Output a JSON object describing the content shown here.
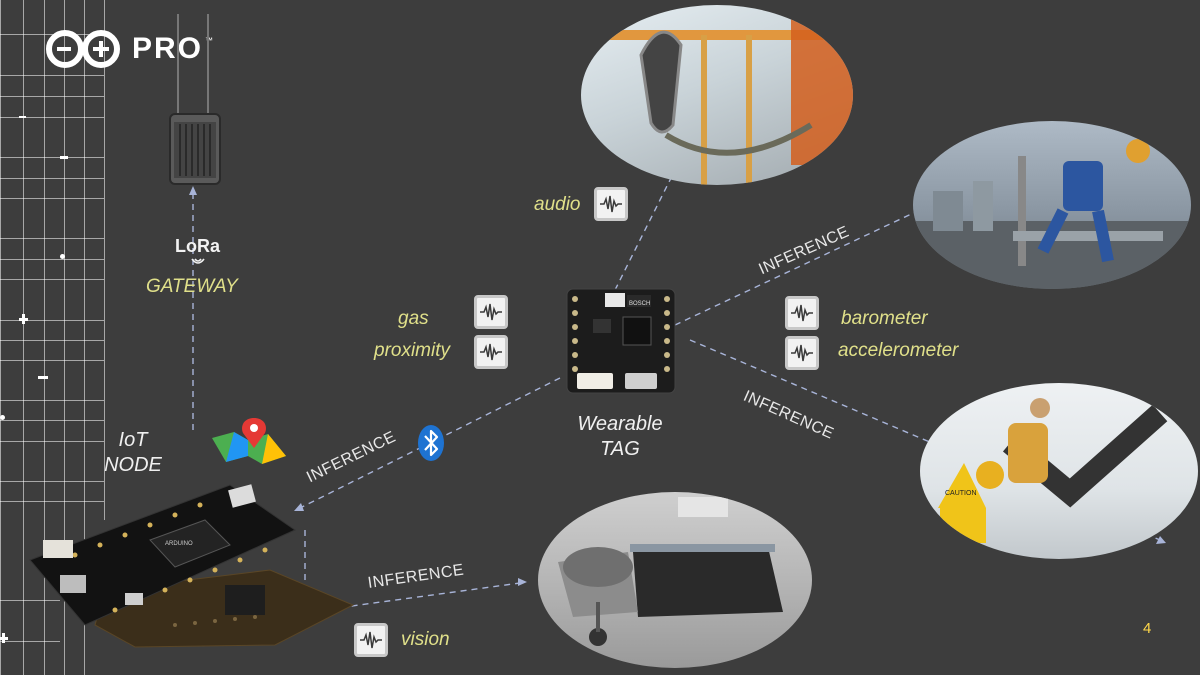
{
  "logo": {
    "text": "PRO",
    "tm": "™"
  },
  "gateway": {
    "lora_label": "LoRa",
    "label": "GATEWAY"
  },
  "iot_node": {
    "label_line1": "IoT",
    "label_line2": "NODE"
  },
  "tag": {
    "label_line1": "Wearable",
    "label_line2": "TAG"
  },
  "sensors": {
    "audio": "audio",
    "gas": "gas",
    "proximity": "proximity",
    "barometer": "barometer",
    "accelerometer": "accelerometer",
    "vision": "vision"
  },
  "inference_labels": {
    "upper_right": "INFERENCE",
    "lower_right": "INFERENCE",
    "left": "INFERENCE",
    "bottom": "INFERENCE"
  },
  "page_number": "4",
  "colors": {
    "background": "#3d3d3d",
    "label_yellow": "#e0e08a",
    "page_number": "#ffd84a",
    "bluetooth": "#1e73d2"
  },
  "icons": [
    "arduino-infinity-icon",
    "gateway-icon",
    "lora-signal-icon",
    "map-pin-icon",
    "bluetooth-icon",
    "waveform-chip-icon"
  ]
}
